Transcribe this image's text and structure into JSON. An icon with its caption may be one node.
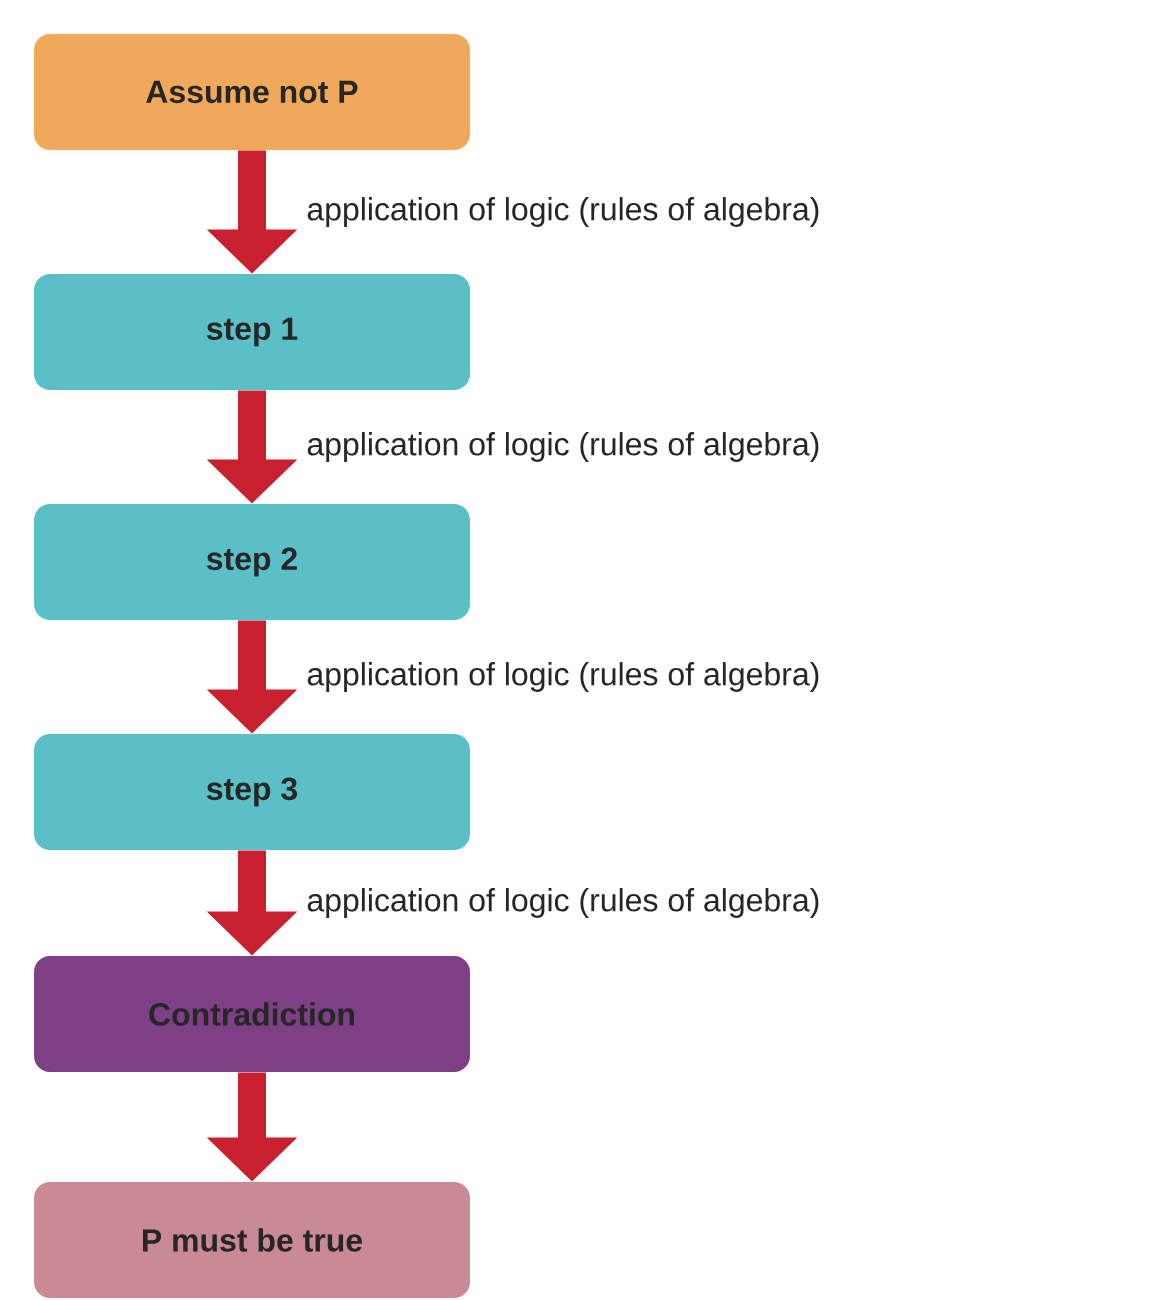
{
  "diagram": {
    "nodes": [
      {
        "text": [
          "Assume not P"
        ]
      },
      {
        "text": [
          "step 1"
        ]
      },
      {
        "text": [
          "step 2"
        ]
      },
      {
        "text": [
          "step 3"
        ]
      },
      {
        "text": [
          "Contradiction"
        ]
      },
      {
        "text": [
          "P must be true"
        ]
      }
    ],
    "edges": [
      {
        "from": 0,
        "to": 1,
        "arrow": "to",
        "label": "application of logic (rules of algebra)"
      },
      {
        "from": 1,
        "to": 2,
        "arrow": "to",
        "label": "application of logic (rules of algebra)"
      },
      {
        "from": 2,
        "to": 3,
        "arrow": "to",
        "label": "application of logic (rules of algebra)"
      },
      {
        "from": 3,
        "to": 4,
        "arrow": "to",
        "label": "application of logic (rules of algebra)"
      },
      {
        "from": 4,
        "to": 5,
        "arrow": "to"
      }
    ]
  }
}
